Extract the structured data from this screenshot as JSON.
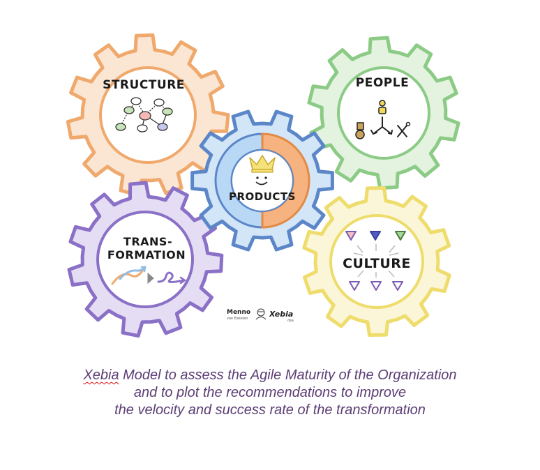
{
  "gears": {
    "structure": {
      "label": "STRUCTURE",
      "color": "#f0a96d",
      "fill": "#fbe6d3"
    },
    "people": {
      "label": "PEOPLE",
      "color": "#8ccb86",
      "fill": "#e3f3df"
    },
    "products": {
      "label": "PRODUCTS",
      "color": "#5b86c8",
      "fill": "#d3e6f8"
    },
    "transformation": {
      "label_line1": "TRANS-",
      "label_line2": "FORMATION",
      "color": "#8a70c6",
      "fill": "#e5ddf3"
    },
    "culture": {
      "label": "CULTURE",
      "color": "#eedc6c",
      "fill": "#fbf6d8"
    }
  },
  "icons": {
    "structure": "network-icon",
    "people": "people-roles-icon",
    "products": "crown-smile-icon",
    "transformation": "transformation-arrows-icon",
    "culture": "triangles-icon"
  },
  "credits": {
    "author_line1": "Menno",
    "author_line2": "van Eekelen",
    "company": "Xebia",
    "company_sub": "dsa"
  },
  "caption": {
    "line1_brand": "Xebia",
    "line1_rest": " Model to assess the Agile Maturity of the Organization",
    "line2": "and to plot the recommendations to improve",
    "line3": "the velocity and success rate of the transformation"
  }
}
